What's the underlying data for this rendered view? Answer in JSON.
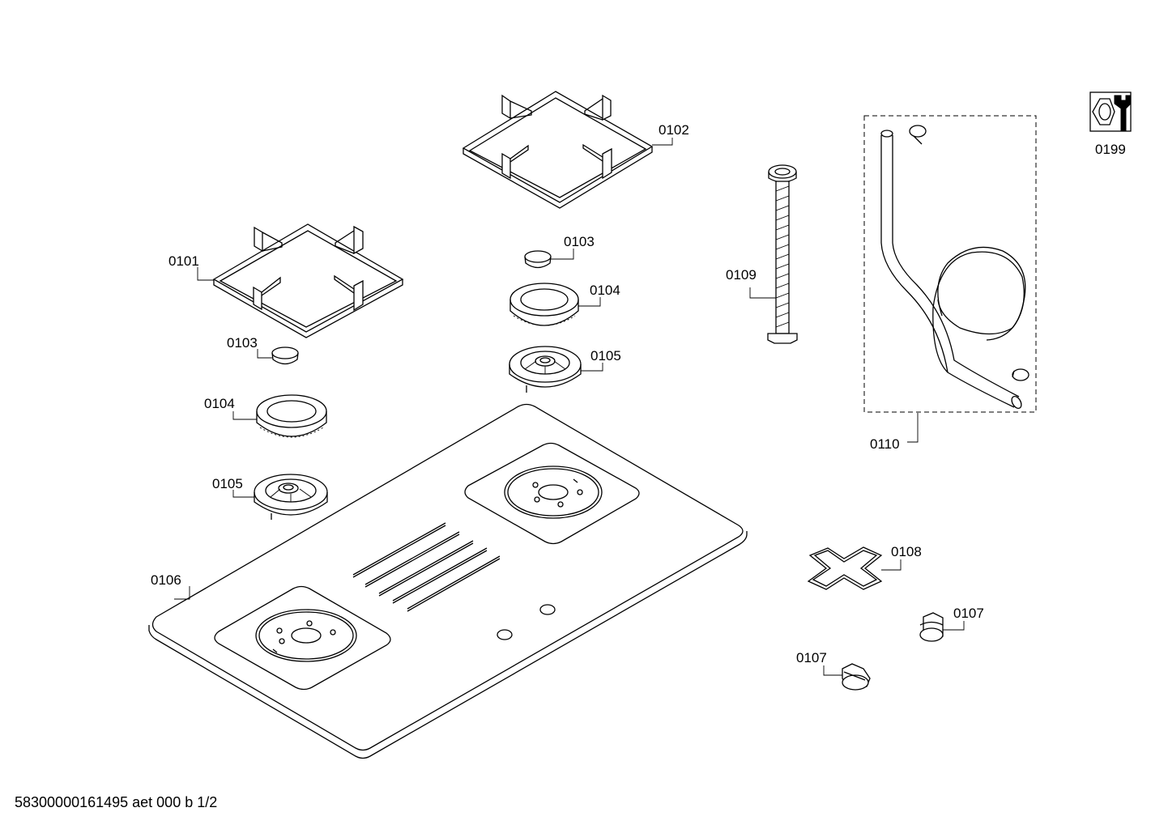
{
  "diagram": {
    "part_labels": {
      "pan_support_left": "0101",
      "pan_support_right": "0102",
      "burner_cap_right": "0103",
      "burner_cap_left": "0103",
      "burner_ring_right": "0104",
      "burner_ring_left": "0104",
      "burner_base_right": "0105",
      "burner_base_left": "0105",
      "hob_top": "0106",
      "knob_right": "0107",
      "knob_left": "0107",
      "wok_ring": "0108",
      "gas_pipe": "0109",
      "gas_hose_kit": "0110",
      "service_kit": "0199"
    },
    "footer_text": "58300000161495 aet 000 b 1/2"
  }
}
